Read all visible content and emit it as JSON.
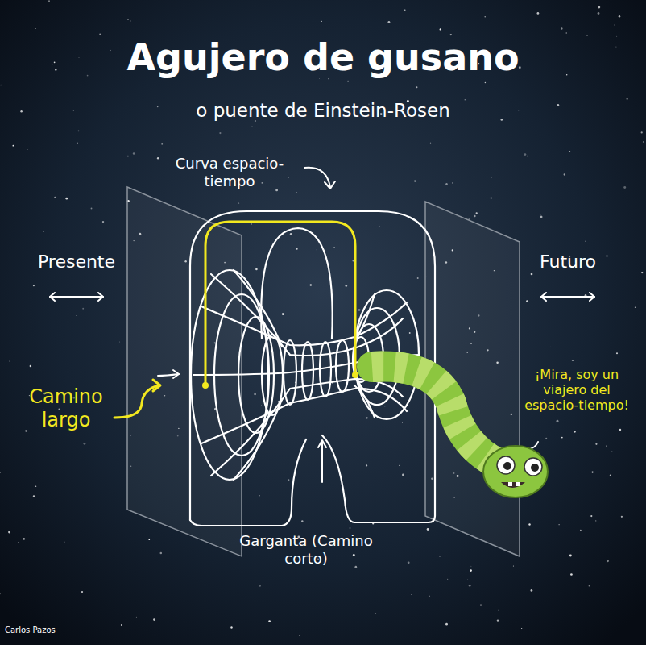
{
  "diagram": {
    "title": "Agujero de gusano",
    "labels": [
      "o puente de Einstein-Rosen",
      "Curva espacio-tiempo",
      "Presente",
      "Futuro",
      "Camino largo",
      "Garganta (Camino corto)",
      "¡Mira, soy un viajero del espacio-tiempo!",
      "Carlos Pazos"
    ]
  }
}
